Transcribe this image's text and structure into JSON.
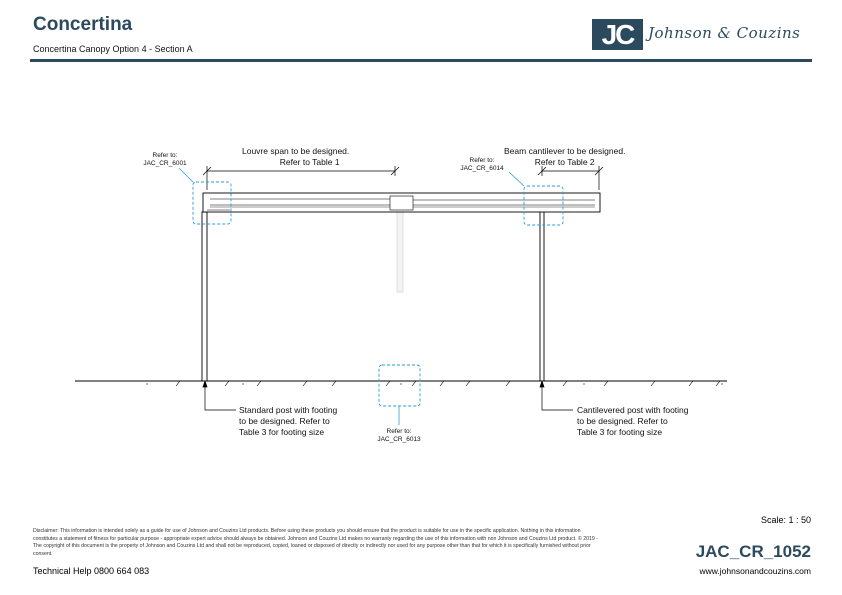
{
  "header": {
    "title": "Concertina",
    "subtitle": "Concertina Canopy Option 4 - Section A",
    "logo_mark": "JC",
    "logo_text": "Johnson & Couzins"
  },
  "notes": {
    "louvre_span": [
      "Louvre span to be designed.",
      "Refer to Table 1"
    ],
    "beam_cantilever": [
      "Beam cantilever to be designed.",
      "Refer to Table 2"
    ],
    "standard_post": [
      "Standard post with footing",
      "to be designed. Refer to",
      "Table 3 for footing size"
    ],
    "cantilevered_post": [
      "Cantilevered post with footing",
      "to be designed. Refer to",
      "Table 3 for footing size"
    ]
  },
  "refs": {
    "ref_6001": [
      "Refer to:",
      "JAC_CR_6001"
    ],
    "ref_6014": [
      "Refer to:",
      "JAC_CR_6014"
    ],
    "ref_6013": [
      "Refer to:",
      "JAC_CR_6013"
    ]
  },
  "footer": {
    "scale": "Scale:  1 : 50",
    "disclaimer": "Disclaimer: This information is intended solely as a guide for use of Johnson and Couzins Ltd products. Before using these products you should ensure that the product is suitable for use in the specific application. Nothing in this information constitutes a statement of fitness for particular purpose - appropriate expert advice should always be obtained. Johnson and Couzins Ltd makes no warranty regarding the use of this information with non Johnson and Couzins Ltd product. © 2019 - The copyright of this document is the property of Johnson and Couzins Ltd and shall not be reproduced, copied, loaned or disposed of directly or indirectly nor used for any purpose other than that for which it is specifically furnished without prior consent.",
    "technical_help": "Technical Help 0800 664 083",
    "drawing_code": "JAC_CR_1052",
    "website": "www.johnsonandcouzins.com"
  },
  "colors": {
    "brand": "#2c4a5e",
    "callout": "#2a9fd6"
  }
}
